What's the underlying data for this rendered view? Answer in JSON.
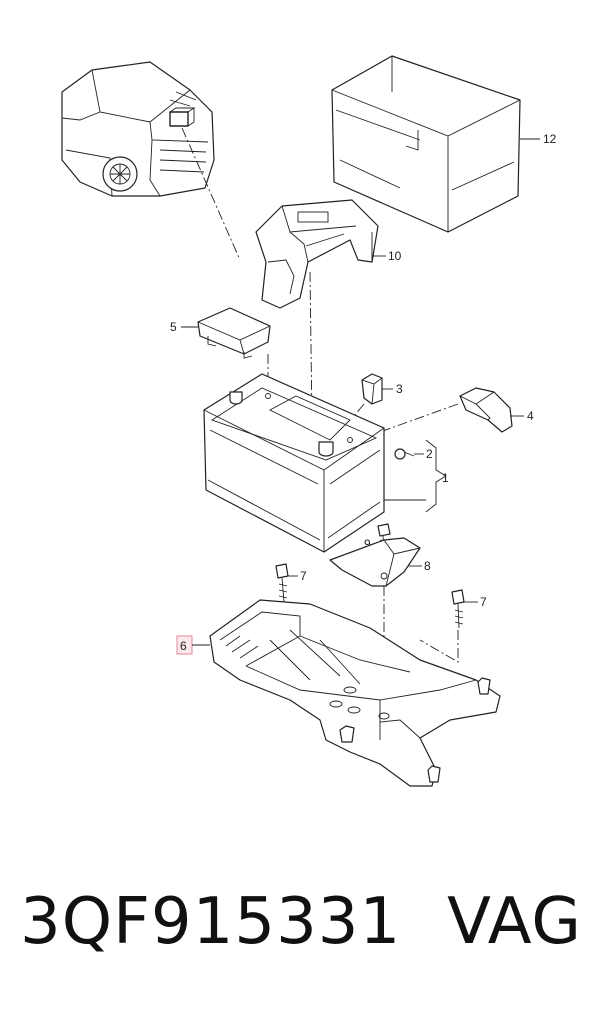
{
  "callouts": {
    "c1": "1",
    "c2": "2",
    "c3": "3",
    "c4": "4",
    "c5": "5",
    "c6": "6",
    "c7a": "7",
    "c7b": "7",
    "c8": "8",
    "c9": "9",
    "c10": "10",
    "c12": "12"
  },
  "highlight_color": "#e0899a",
  "part_number": "3QF915331",
  "brand": "VAG"
}
